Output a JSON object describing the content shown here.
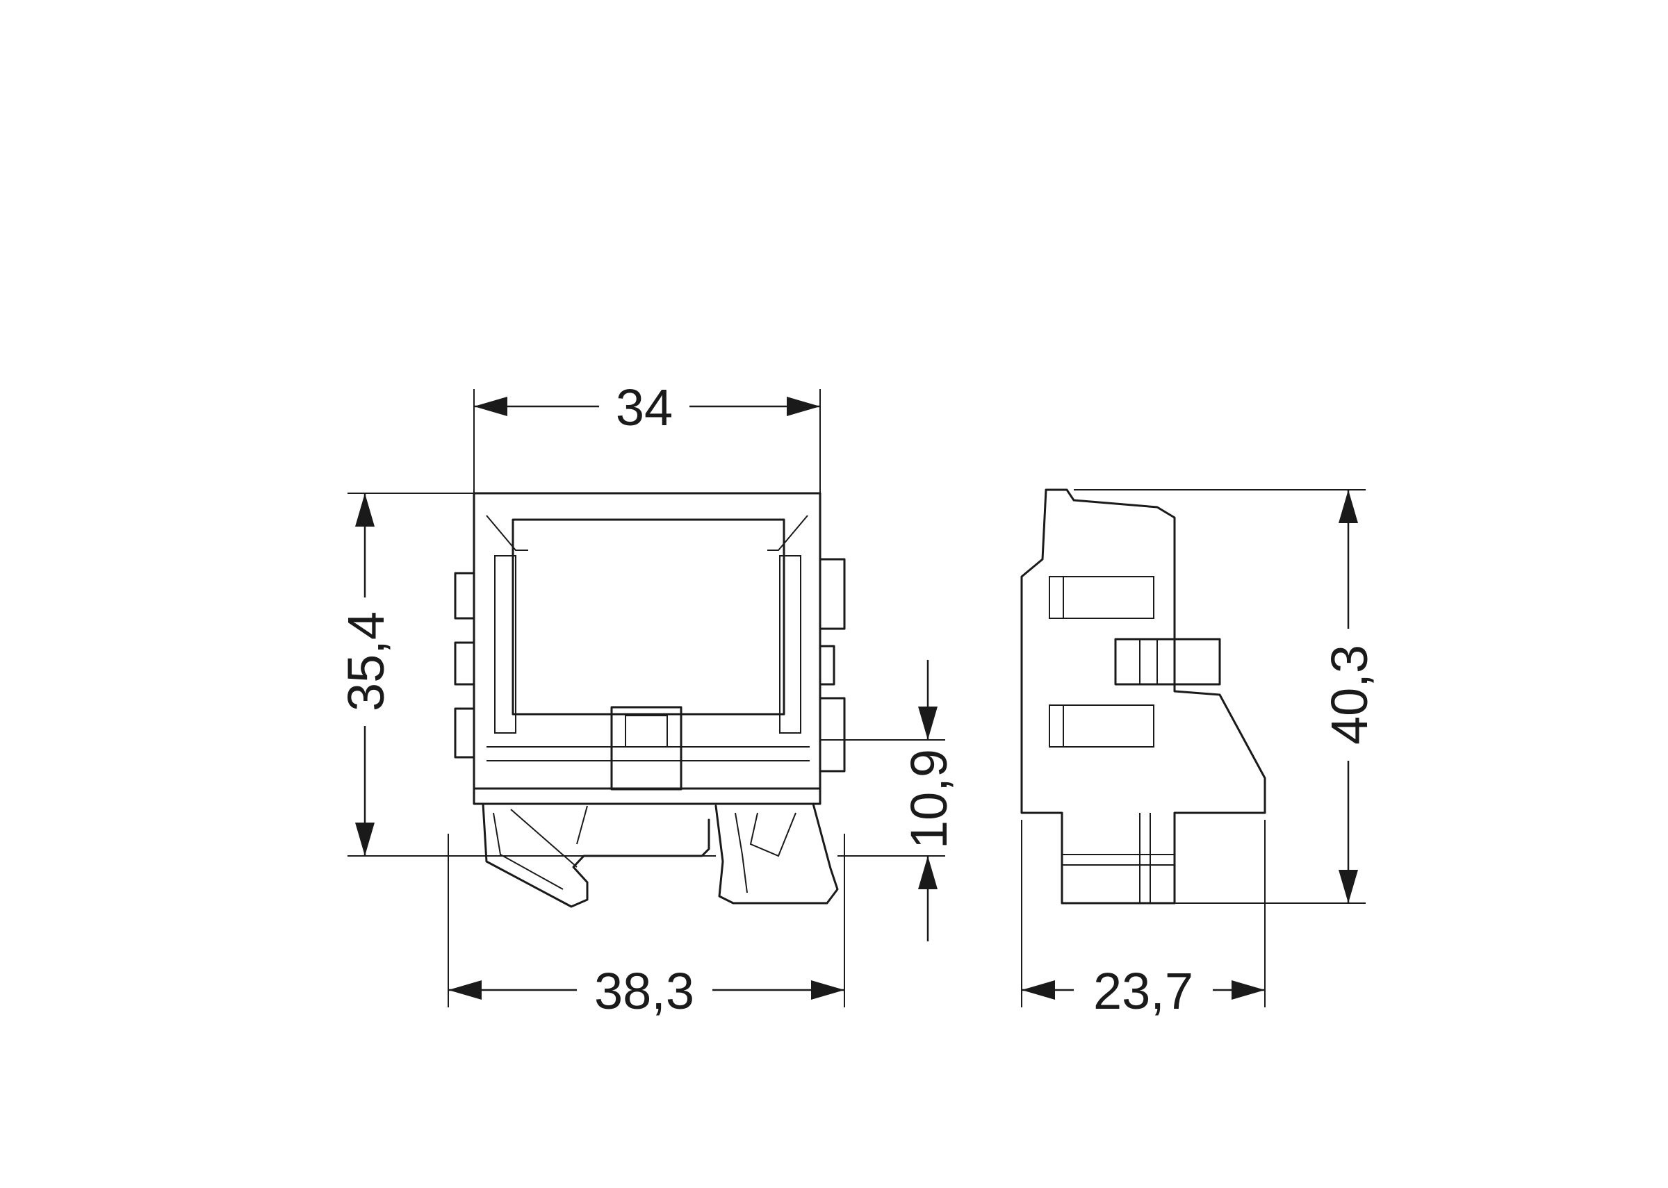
{
  "dimensions": {
    "front_top_width": "34",
    "front_height": "35,4",
    "rail_offset": "10,9",
    "front_bottom_width": "38,3",
    "side_width": "23,7",
    "side_height": "40,3"
  },
  "colors": {
    "line": "#1a1a1a",
    "background": "#ffffff"
  }
}
